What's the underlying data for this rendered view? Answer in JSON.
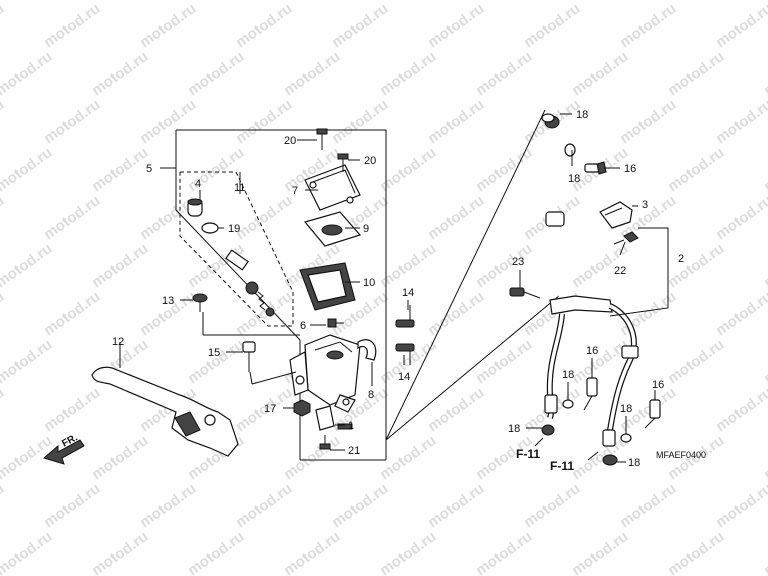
{
  "watermark": "motod.ru",
  "callouts": {
    "c1": "1",
    "c2": "2",
    "c3": "3",
    "c4": "4",
    "c5": "5",
    "c6": "6",
    "c7": "7",
    "c8": "8",
    "c9": "9",
    "c10": "10",
    "c11": "11",
    "c12": "12",
    "c13": "13",
    "c14a": "14",
    "c14b": "14",
    "c15": "15",
    "c16a": "16",
    "c16b": "16",
    "c16c": "16",
    "c17": "17",
    "c18a": "18",
    "c18b": "18",
    "c18c": "18",
    "c18d": "18",
    "c18e": "18",
    "c18f": "18",
    "c19": "19",
    "c20a": "20",
    "c20b": "20",
    "c21": "21",
    "c22": "22",
    "c23": "23"
  },
  "refs": {
    "f11_left": "F-11",
    "f11_right": "F-11"
  },
  "direction_label": "FR.",
  "diagram_code": "MFAEF0400"
}
